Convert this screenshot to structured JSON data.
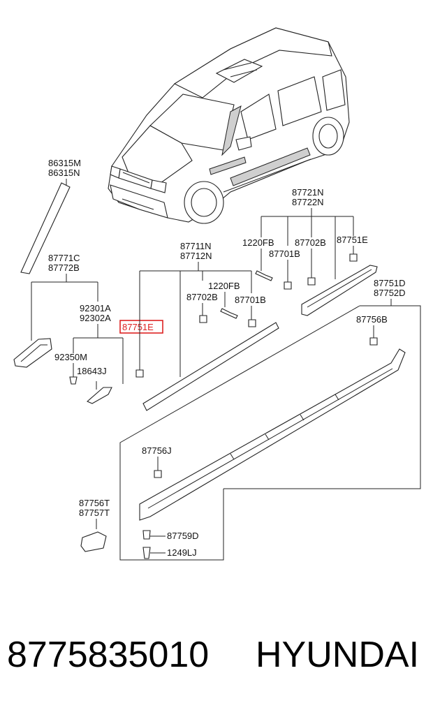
{
  "labels": {
    "l86315": [
      "86315M",
      "86315N"
    ],
    "l87771": [
      "87771C",
      "87772B"
    ],
    "l92301": [
      "92301A",
      "92302A"
    ],
    "l87751e_hl": "87751E",
    "l92350m": "92350M",
    "l18643j": "18643J",
    "l87711": [
      "87711N",
      "87712N"
    ],
    "l1220fb_a": "1220FB",
    "l87702b_a": "87702B",
    "l87701b_a": "87701B",
    "l87721": [
      "87721N",
      "87722N"
    ],
    "l1220fb_b": "1220FB",
    "l87702b_b": "87702B",
    "l87751e_b": "87751E",
    "l87701b_b": "87701B",
    "l87751d": [
      "87751D",
      "87752D"
    ],
    "l87756b": "87756B",
    "l87756j": "87756J",
    "l87756t": [
      "87756T",
      "87757T"
    ],
    "l87759d": "87759D",
    "l1249lj": "1249LJ"
  },
  "footer": {
    "part_number": "8775835010",
    "brand": "HYUNDAI"
  },
  "colors": {
    "highlight": "#dd2222",
    "ink": "#222222"
  }
}
